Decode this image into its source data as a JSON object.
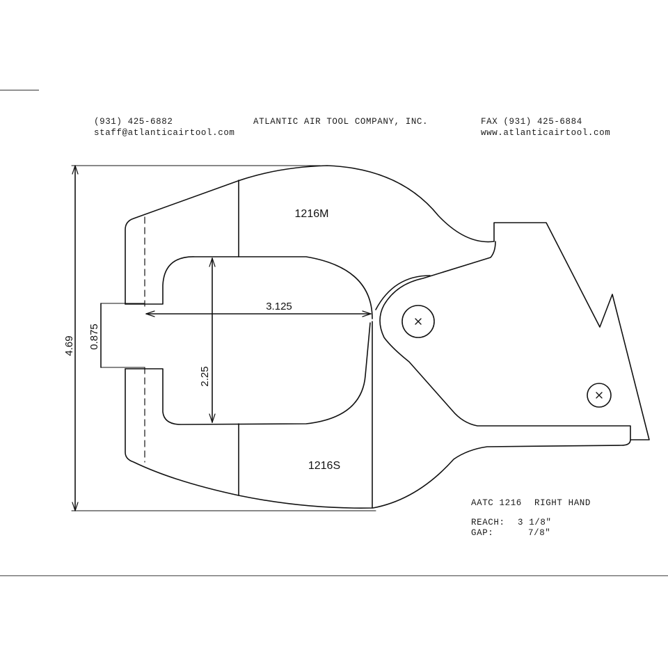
{
  "header": {
    "phone": "(931) 425-6882",
    "email": "staff@atlanticairtool.com",
    "company": "ATLANTIC AIR TOOL COMPANY, INC.",
    "fax": "FAX (931) 425-6884",
    "website": "www.atlanticairtool.com"
  },
  "drawing": {
    "upper_part": "1216M",
    "lower_part": "1216S",
    "dim_overall_height": "4.69",
    "dim_gap": "0.875",
    "dim_reach": "3.125",
    "dim_throat": "2.25"
  },
  "info": {
    "model": "AATC 1216",
    "hand": "RIGHT HAND",
    "reach_label": "REACH:",
    "reach_value": "3 1/8\"",
    "gap_label": "GAP:",
    "gap_value": "7/8\""
  }
}
